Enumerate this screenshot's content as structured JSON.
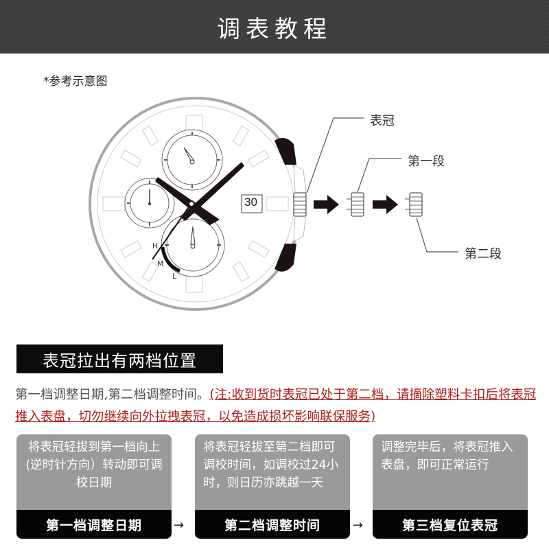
{
  "header": {
    "title": "调表教程"
  },
  "reference_note": "*参考示意图",
  "diagram": {
    "date_window": "30",
    "crown_labels": {
      "crown": "表冠",
      "position_1": "第一段",
      "position_2": "第二段"
    },
    "gauge_labels": [
      "H",
      "M",
      "L"
    ]
  },
  "section_title": "表冠拉出有两档位置",
  "description": {
    "plain": "第一档调整日期,第二档调整时间。",
    "warning": "(注:收到货时表冠已处于第二档，请摘除塑料卡扣后将表冠推入表盘，切勿继续向外拉拽表冠，以免造成损坏影响联保服务)"
  },
  "steps": [
    {
      "body": "将表冠轻拔到第一档向上(逆时针方向）转动即可调校日期",
      "footer": "第一档调整日期"
    },
    {
      "body": "将表冠轻拔至第二档即可调校时间，如调校过24小时，则日历亦跳越一天",
      "footer": "第二档调整时间"
    },
    {
      "body": "调整完毕后，将表冠推入表盘，即可正常运行",
      "footer": "第三档复位表冠"
    }
  ],
  "flow_arrow": "→",
  "colors": {
    "header_bg": "#3d3d3d",
    "warning": "#b0201e",
    "card_bg": "#9a9a9a",
    "card_footer": "#050505"
  }
}
